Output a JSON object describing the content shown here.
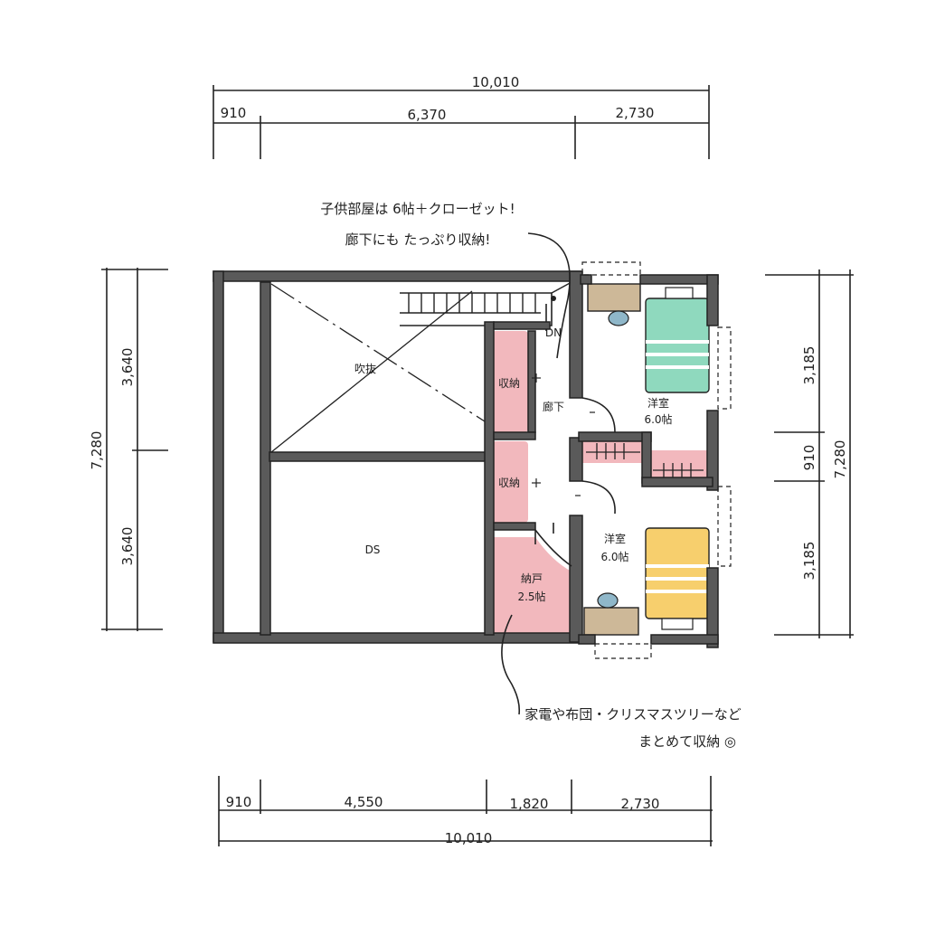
{
  "dimensions": {
    "top_total": "10,010",
    "top_segments": [
      "910",
      "6,370",
      "2,730"
    ],
    "bottom_total": "10,010",
    "bottom_segments": [
      "910",
      "4,550",
      "1,820",
      "2,730"
    ],
    "left_total": "7,280",
    "left_segments": [
      "3,640",
      "3,640"
    ],
    "right_total": "7,280",
    "right_segments": [
      "3,185",
      "910",
      "3,185"
    ]
  },
  "rooms": {
    "void": "吹抜",
    "ds": "DS",
    "corridor": "廊下",
    "storage_1": "収納",
    "storage_2": "収納",
    "closet": {
      "name": "納戸",
      "size": "2.5帖"
    },
    "room_upper": {
      "name": "洋室",
      "size": "6.0帖"
    },
    "room_lower": {
      "name": "洋室",
      "size": "6.0帖"
    },
    "stair_dn": "DN"
  },
  "notes": {
    "top_line1": "子供部屋は 6帖＋クローゼット!",
    "top_line2": "廊下にも たっぷり収納!",
    "bottom_line1": "家電や布団・クリスマスツリーなど",
    "bottom_line2": "まとめて収納 ◎"
  },
  "colors": {
    "wall": "#5a5a5a",
    "storage_pink": "#f2b8bd",
    "bed_green": "#8fd9be",
    "bed_yellow": "#f7cf6d",
    "desk_brown": "#cdb898",
    "chair_blue": "#8fb7c9"
  }
}
